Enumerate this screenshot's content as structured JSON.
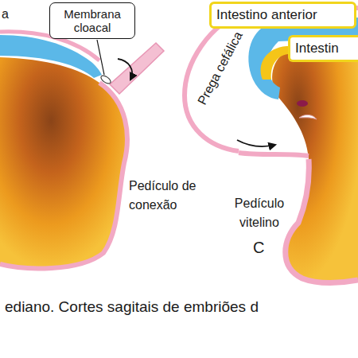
{
  "diagram": {
    "caption": "ediano. Cortes sagitais de embriões d",
    "nodes": [
      {
        "text": [
          "Membrana cloacal"
        ]
      },
      {
        "text": [
          "Intestino anterior"
        ]
      },
      {
        "text": [
          "Intestin"
        ]
      }
    ],
    "labels": [
      "a",
      "Pedículo de conexão",
      "Prega cefálica",
      "Pedículo vitelino",
      "C"
    ]
  }
}
